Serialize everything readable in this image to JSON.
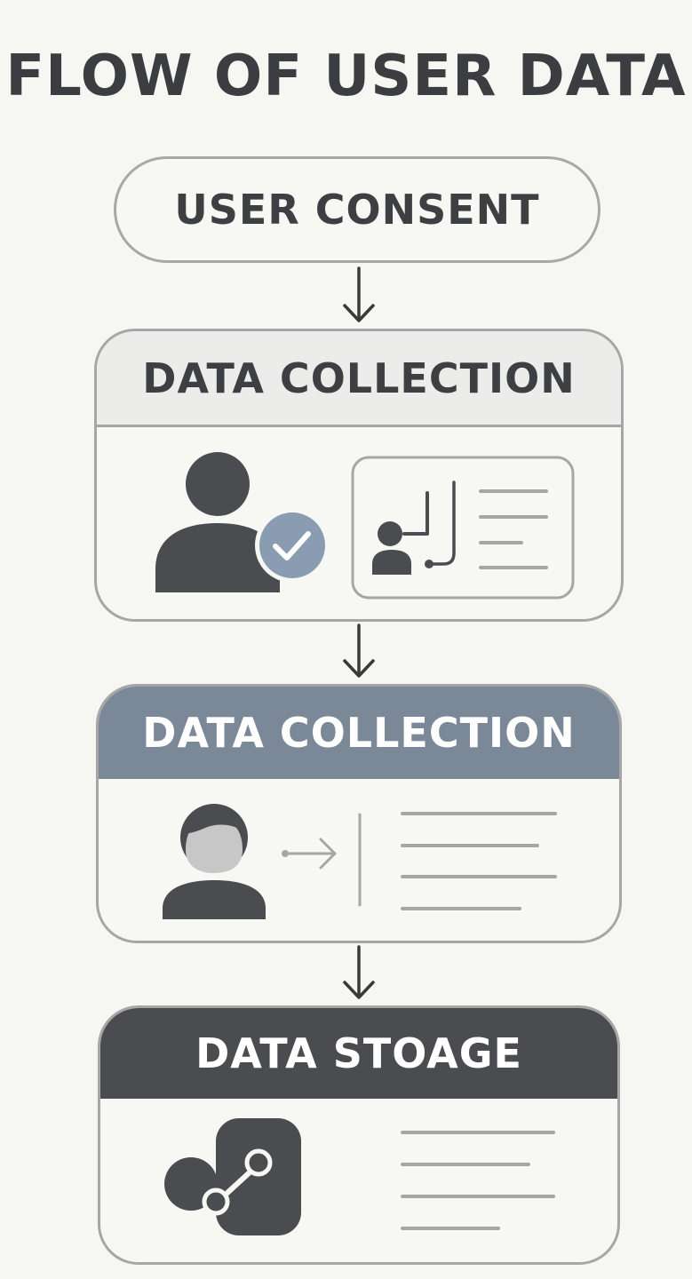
{
  "title": "FLOW OF USER DATA",
  "steps": [
    {
      "label": "USER CONSENT"
    },
    {
      "label": "DATA COLLECTION"
    },
    {
      "label": "DATA COLLECTION"
    },
    {
      "label": "DATA STOAGE"
    }
  ],
  "colors": {
    "background": "#f6f6f2",
    "dark": "#4a4c4f",
    "slate_blue": "#7a8898",
    "light_gray": "#ececea",
    "border": "#a6a6a6"
  },
  "icons": [
    "user-verified-icon",
    "form-document-icon",
    "user-avatar-icon",
    "share-icon"
  ]
}
